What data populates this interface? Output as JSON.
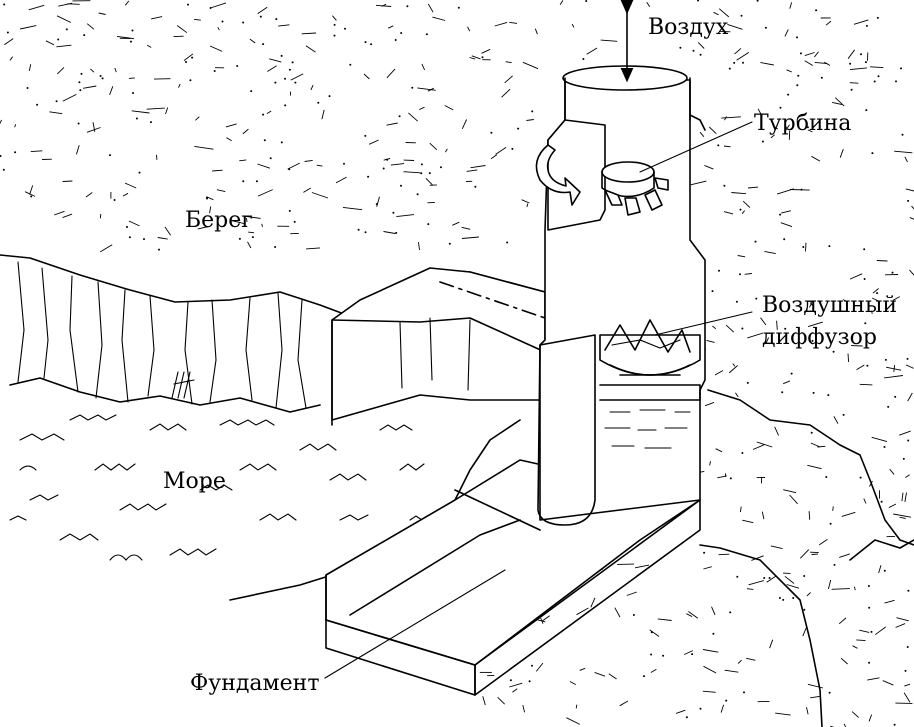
{
  "labels": {
    "air": "Воздух",
    "turbine": "Турбина",
    "diffuser_line1": "Воздушный",
    "diffuser_line2": "диффузор",
    "shore": "Берег",
    "sea": "Море",
    "foundation": "Фундамент"
  }
}
